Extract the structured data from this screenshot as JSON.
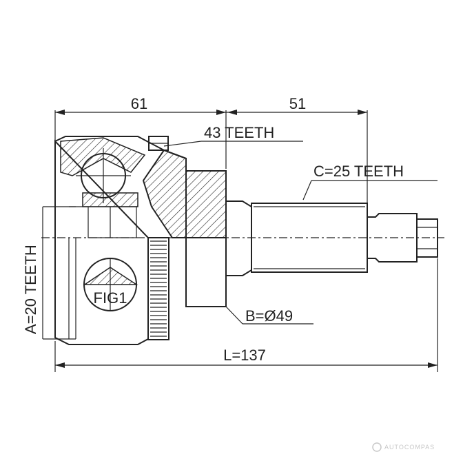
{
  "dimensions": {
    "housing_length": "61",
    "shaft_length": "51",
    "outer_teeth": "43 TEETH",
    "spline_c": "C=25 TEETH",
    "spline_a": "A=20 TEETH",
    "diameter_b": "B=Ø49",
    "total_length": "L=137"
  },
  "figure_label": "FIG1",
  "watermark": "AUTOCOMPAS",
  "colors": {
    "line": "#222222",
    "watermark": "#c8c8c8"
  }
}
